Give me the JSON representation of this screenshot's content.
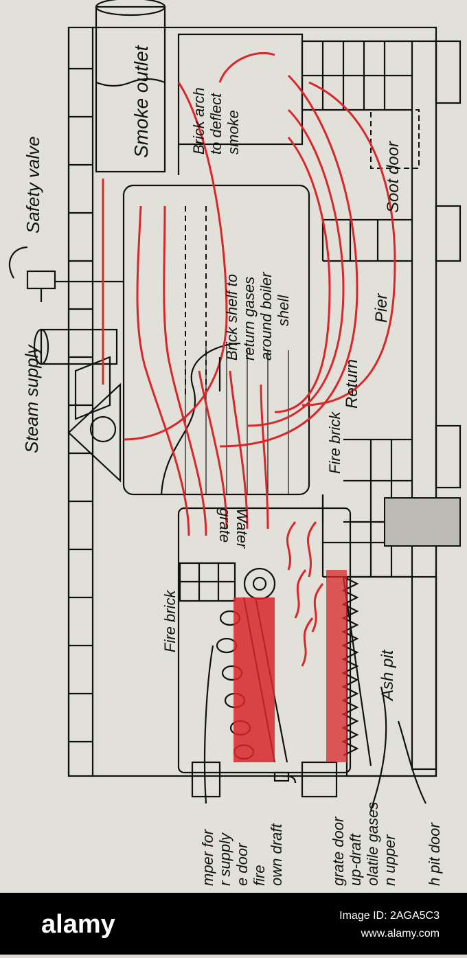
{
  "diagram": {
    "labels": {
      "steam_supply": "Steam supply",
      "safety_valve": "Safety valve",
      "smoke_outlet": "Smoke outlet",
      "brick_arch_1": "Brick arch",
      "brick_arch_2": "to deflect",
      "brick_arch_3": "smoke",
      "brick_shelf_1": "Brick shelf to",
      "brick_shelf_2": "return gases",
      "brick_shelf_3": "around boiler",
      "brick_shelf_4": "shell",
      "soot_door": "Soot door",
      "pier": "Pier",
      "return": "Return",
      "fire_brick_right": "Fire brick",
      "fire_brick_left": "Fire brick",
      "water_grate_1": "Water",
      "water_grate_2": "grate",
      "ash_pit": "Ash pit",
      "edge_1": "mper for",
      "edge_2": "r supply",
      "edge_3": "e door",
      "edge_4": "fire",
      "edge_5": "own draft",
      "edge_6": "grate door",
      "edge_7": "up-draft",
      "edge_8": "olatile gases",
      "edge_9": "n upper",
      "edge_10": "h pit door"
    }
  },
  "footer": {
    "logo": "alamy",
    "image_id": "Image ID: 2AGA5C3",
    "url": "www.alamy.com"
  },
  "colors": {
    "flame": "#d8262a",
    "ink": "#111111",
    "paper": "#e2e1d9",
    "footer_bg": "#000000"
  }
}
